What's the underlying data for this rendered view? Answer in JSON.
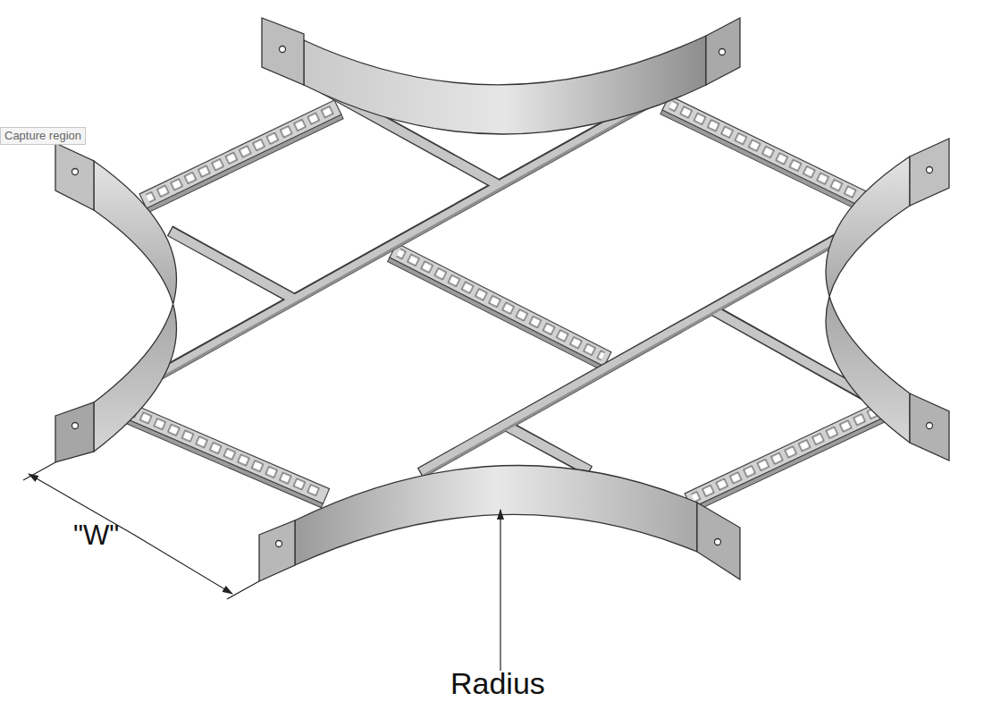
{
  "diagram": {
    "labels": [
      "Capture region",
      "\"W\"",
      "Radius"
    ]
  }
}
